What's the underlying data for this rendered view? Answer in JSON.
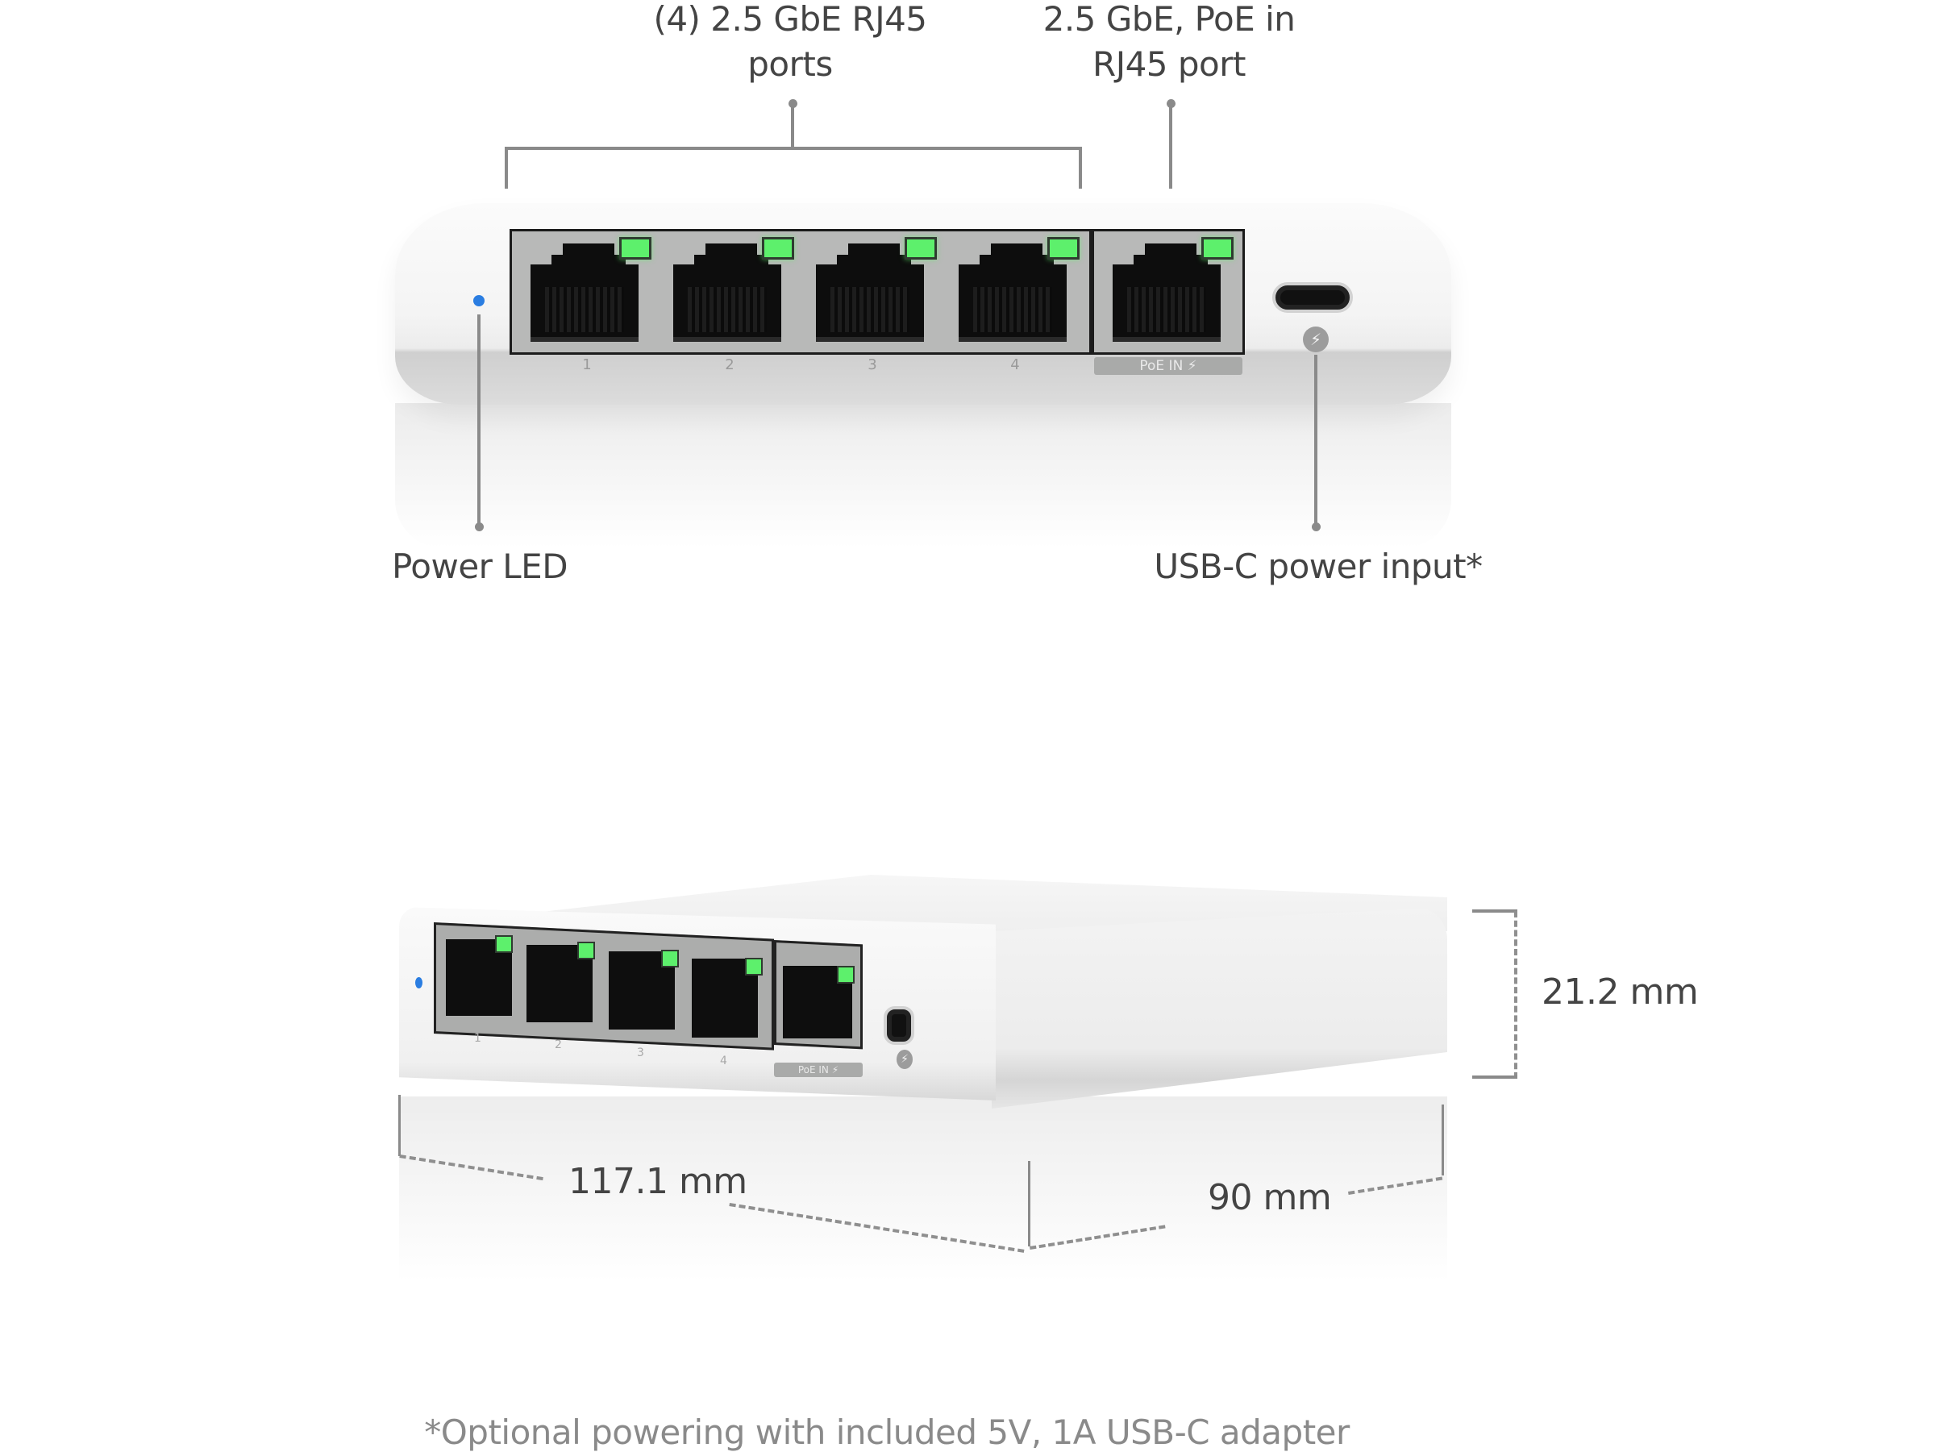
{
  "callouts": {
    "rj45_ports": {
      "line1": "(4) 2.5 GbE RJ45",
      "line2": "ports"
    },
    "poe_port": {
      "line1": "2.5 GbE, PoE in",
      "line2": "RJ45 port"
    },
    "power_led": "Power LED",
    "usbc_input": "USB-C power input*"
  },
  "front_view": {
    "ports": [
      {
        "number": "1",
        "led_color": "#5df06c"
      },
      {
        "number": "2",
        "led_color": "#5df06c"
      },
      {
        "number": "3",
        "led_color": "#5df06c"
      },
      {
        "number": "4",
        "led_color": "#5df06c"
      }
    ],
    "poe_port": {
      "label": "PoE IN ⚡",
      "led_color": "#5df06c"
    },
    "power_led_color": "#2a7de1",
    "usbc_icon": "⚡"
  },
  "iso_view": {
    "ports": [
      "1",
      "2",
      "3",
      "4"
    ],
    "poe_label": "PoE IN ⚡",
    "usbc_icon": "⚡"
  },
  "dimensions": {
    "height": "21.2 mm",
    "width": "117.1 mm",
    "depth": "90 mm"
  },
  "footnote": "*Optional powering with included 5V, 1A USB-C adapter"
}
